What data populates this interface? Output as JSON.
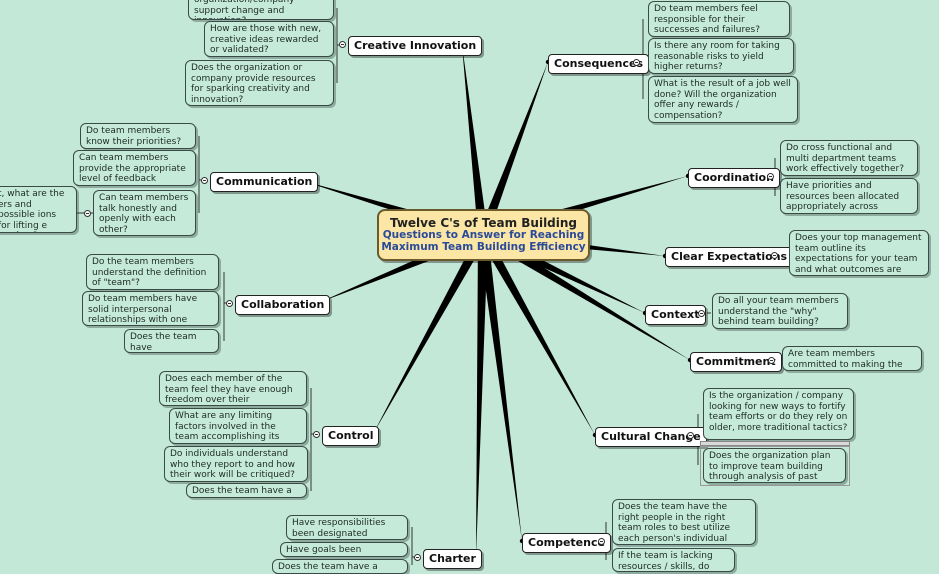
{
  "central": {
    "title": "Twelve C's of Team Building",
    "subtitle_line1": "Questions to Answer for Reaching",
    "subtitle_line2": "Maximum Team Building Efficiency"
  },
  "topics": {
    "creative_innovation": "Creative Innovation",
    "consequences": "Consequences",
    "communication": "Communication",
    "coordination": "Coordination",
    "clear_expectations": "Clear Expectations",
    "collaboration": "Collaboration",
    "context": "Context",
    "commitment": "Commitment",
    "control": "Control",
    "cultural_change": "Cultural Change",
    "competence": "Competence",
    "charter": "Charter"
  },
  "notes": {
    "ci_1": "organization/company support change and innovation?",
    "ci_2": "How are those with new, creative ideas rewarded or validated?",
    "ci_3": "Does the organization or company provide resources for sparking creativity and innovation?",
    "cons_1": "Do team members feel responsible for their successes and failures?",
    "cons_2": "Is there any room for taking reasonable risks to yield higher returns?",
    "cons_3": "What is the result of a job well done? Will the organization offer any rewards / compensation?",
    "comm_1": "Do team members know their priorities?",
    "comm_2": "Can team members provide the appropriate level of feedback needed?",
    "comm_3": "Can team members talk honestly and openly with each other?",
    "comm_sub": "t, what are the ers and possible ions for lifting e barriers?",
    "coord_1": "Do cross functional and multi department teams work effectively together?",
    "coord_2": "Have priorities and resources been allocated appropriately across teams?",
    "ce_1": "Does your top management team outline its expectations for your team and what outcomes are expected?",
    "collab_1": "Do the team members understand the definition of \"team\"?",
    "collab_2": "Do team members have solid interpersonal relationships with one another?",
    "collab_3": "Does the team have cooperation?",
    "ctx_1": "Do all your team members understand the \"why\" behind team building?",
    "commit_1": "Are team members committed to making the team work?",
    "ctrl_1": "Does each member of the team feel they have enough freedom over their tasks/responsibilities?",
    "ctrl_2": "What are any limiting factors involved in the team accomplishing its goals?",
    "ctrl_3": "Do individuals understand who they report to and how their work will be critiqued?",
    "ctrl_4": "Does the team have a plan?",
    "cc_1": "Is the organization / company looking for new ways to fortify team efforts or do they rely on older, more traditional tactics?",
    "cc_2": "Does the organization plan to improve team building through analysis of past failure?",
    "comp_1": "Does the team have the right people in the right team roles to best utilize each person's individual strengths?",
    "comp_2": "If the team is lacking resources / skills, do they",
    "char_1": "Have responsibilities been designated appropriately?",
    "char_2": "Have goals been determined?",
    "char_3": "Does the team have a mission/vision?"
  },
  "colors": {
    "background": "#c3e8d8",
    "central_fill": "#fbe6a6",
    "subtitle_text": "#2a4a9a",
    "connector": "#000000"
  }
}
